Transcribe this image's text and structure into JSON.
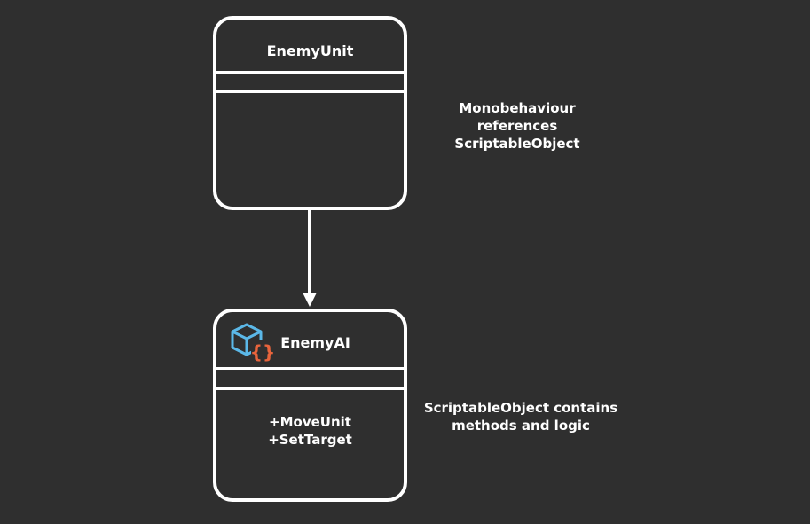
{
  "diagram": {
    "monobehaviour_class": {
      "name": "EnemyUnit",
      "methods": []
    },
    "scriptable_class": {
      "name": "EnemyAI",
      "icon": "scriptable-object-icon",
      "methods": [
        "+MoveUnit",
        "+SetTarget"
      ]
    },
    "relationship": "references",
    "notes": {
      "top": "Monobehaviour references\nScriptableObject",
      "bottom": "ScriptableObject contains\nmethods and logic"
    },
    "colors": {
      "background": "#2f2f2f",
      "stroke": "#ffffff",
      "icon_cube": "#5bb8e8",
      "icon_braces": "#e8643c"
    }
  }
}
